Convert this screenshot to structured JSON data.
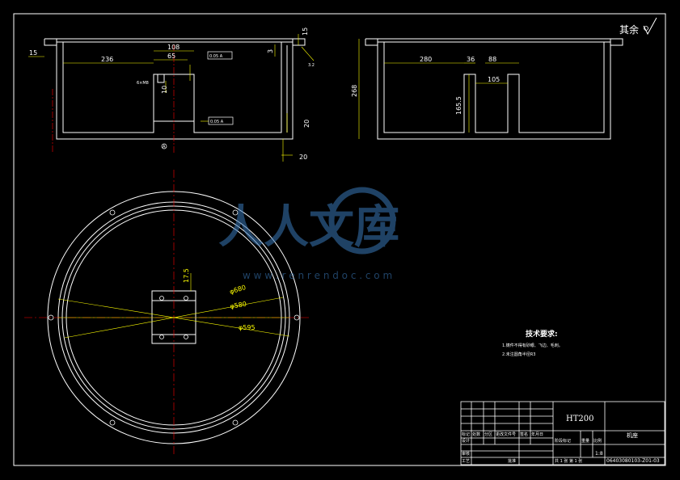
{
  "roughness_note": "其余",
  "front_view": {
    "dims": {
      "d15_left": "15",
      "d236": "236",
      "d108": "108",
      "d65": "65",
      "d10": "10",
      "d3": "3",
      "d15_top": "15",
      "d20_right": "20",
      "d20_bottom": "20"
    },
    "tolerance_top": "0.05 A",
    "tolerance_bottom": "0.05 A",
    "datum_label": "A"
  },
  "side_view": {
    "dims": {
      "d268": "268",
      "d280": "280",
      "d36": "36",
      "d88": "88",
      "d105": "105",
      "d165": "165.5"
    }
  },
  "top_view": {
    "dims": {
      "d17": "17.5",
      "d680": "φ680",
      "d580": "φ580",
      "d595": "φ595"
    }
  },
  "watermark": {
    "brand": "人人文库",
    "url": "w w w . r e n r e n d o c . c o m"
  },
  "tech_req": {
    "title": "技术要求:",
    "items": [
      "1.铸件不得有砂眼、飞边、毛刺。",
      "2.未注圆角半径R3"
    ]
  },
  "title_block": {
    "material": "HT200",
    "part_name": "机座",
    "scale": "1:8",
    "drawing_no": "06403080103-Z01-03",
    "headers": [
      "标记",
      "处数",
      "分区",
      "更改文件号",
      "签名",
      "年月日"
    ],
    "row_labels": [
      "设计",
      "审核",
      "工艺"
    ],
    "stage_label": "阶段标记",
    "weight_label": "重量",
    "scale_label": "比例",
    "sheet_text": "共  1  张  第  1  张",
    "approve_label": "批准"
  }
}
